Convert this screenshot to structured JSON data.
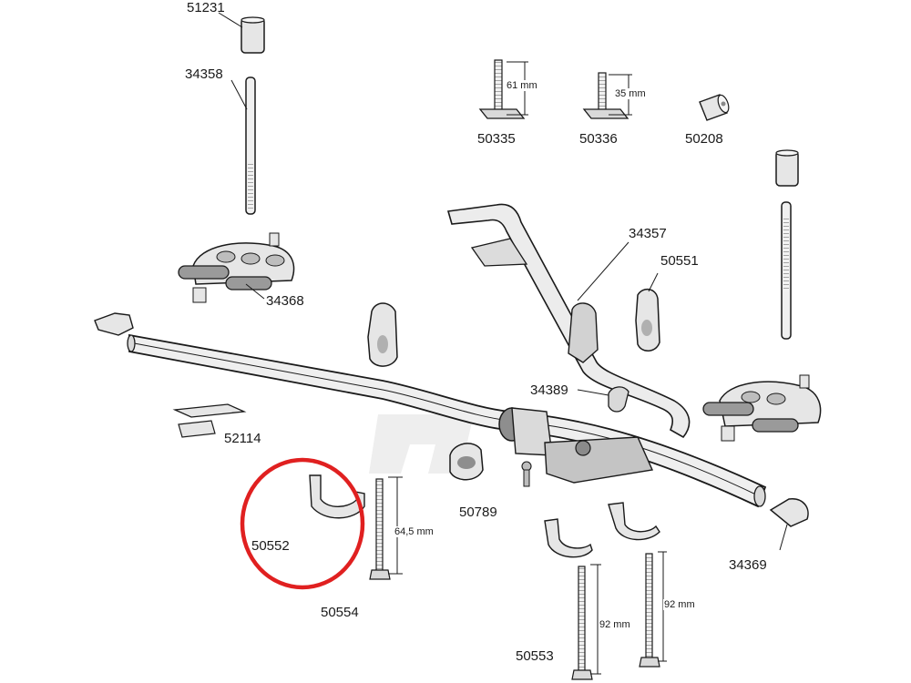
{
  "parts": {
    "p51231": "51231",
    "p34358": "34358",
    "p50335": "50335",
    "p50336": "50336",
    "p50208": "50208",
    "p34357": "34357",
    "p50551": "50551",
    "p34368": "34368",
    "p34389": "34389",
    "p52114": "52114",
    "p50552": "50552",
    "p50554": "50554",
    "p50789": "50789",
    "p50553": "50553",
    "p34369": "34369"
  },
  "dimensions": {
    "d61": "61 mm",
    "d35": "35 mm",
    "d64": "64,5 mm",
    "d92a": "92 mm",
    "d92b": "92 mm"
  },
  "highlight": {
    "color": "#e02020",
    "part": "50552"
  },
  "colors": {
    "line": "#1a1a1a",
    "part_fill": "#e6e6e6",
    "shade": "#9a9a9a",
    "watermark": "#d0d0d0"
  }
}
